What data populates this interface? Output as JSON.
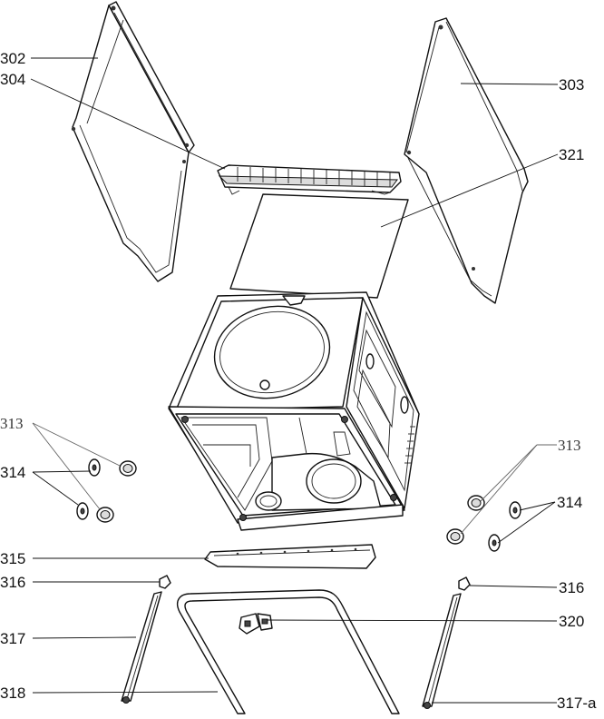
{
  "labels": {
    "p302": "302",
    "p304": "304",
    "p303": "303",
    "p321": "321",
    "p313_left": "313",
    "p314_left": "314",
    "p313_right": "313",
    "p314_right": "314",
    "p315": "315",
    "p316_left": "316",
    "p316_right": "316",
    "p317": "317",
    "p318": "318",
    "p320": "320",
    "p317a": "317-a"
  },
  "icons": {
    "left_side_panel": "side-panel-302-icon",
    "right_side_panel": "side-panel-303-icon",
    "top_rail": "rail-304-icon",
    "top_plate": "plate-321-icon",
    "tub_body": "tub-body-icon",
    "bottom_bar": "bar-315-icon",
    "door_gasket": "gasket-318-icon",
    "hinge_bracket": "bracket-320-icon"
  }
}
